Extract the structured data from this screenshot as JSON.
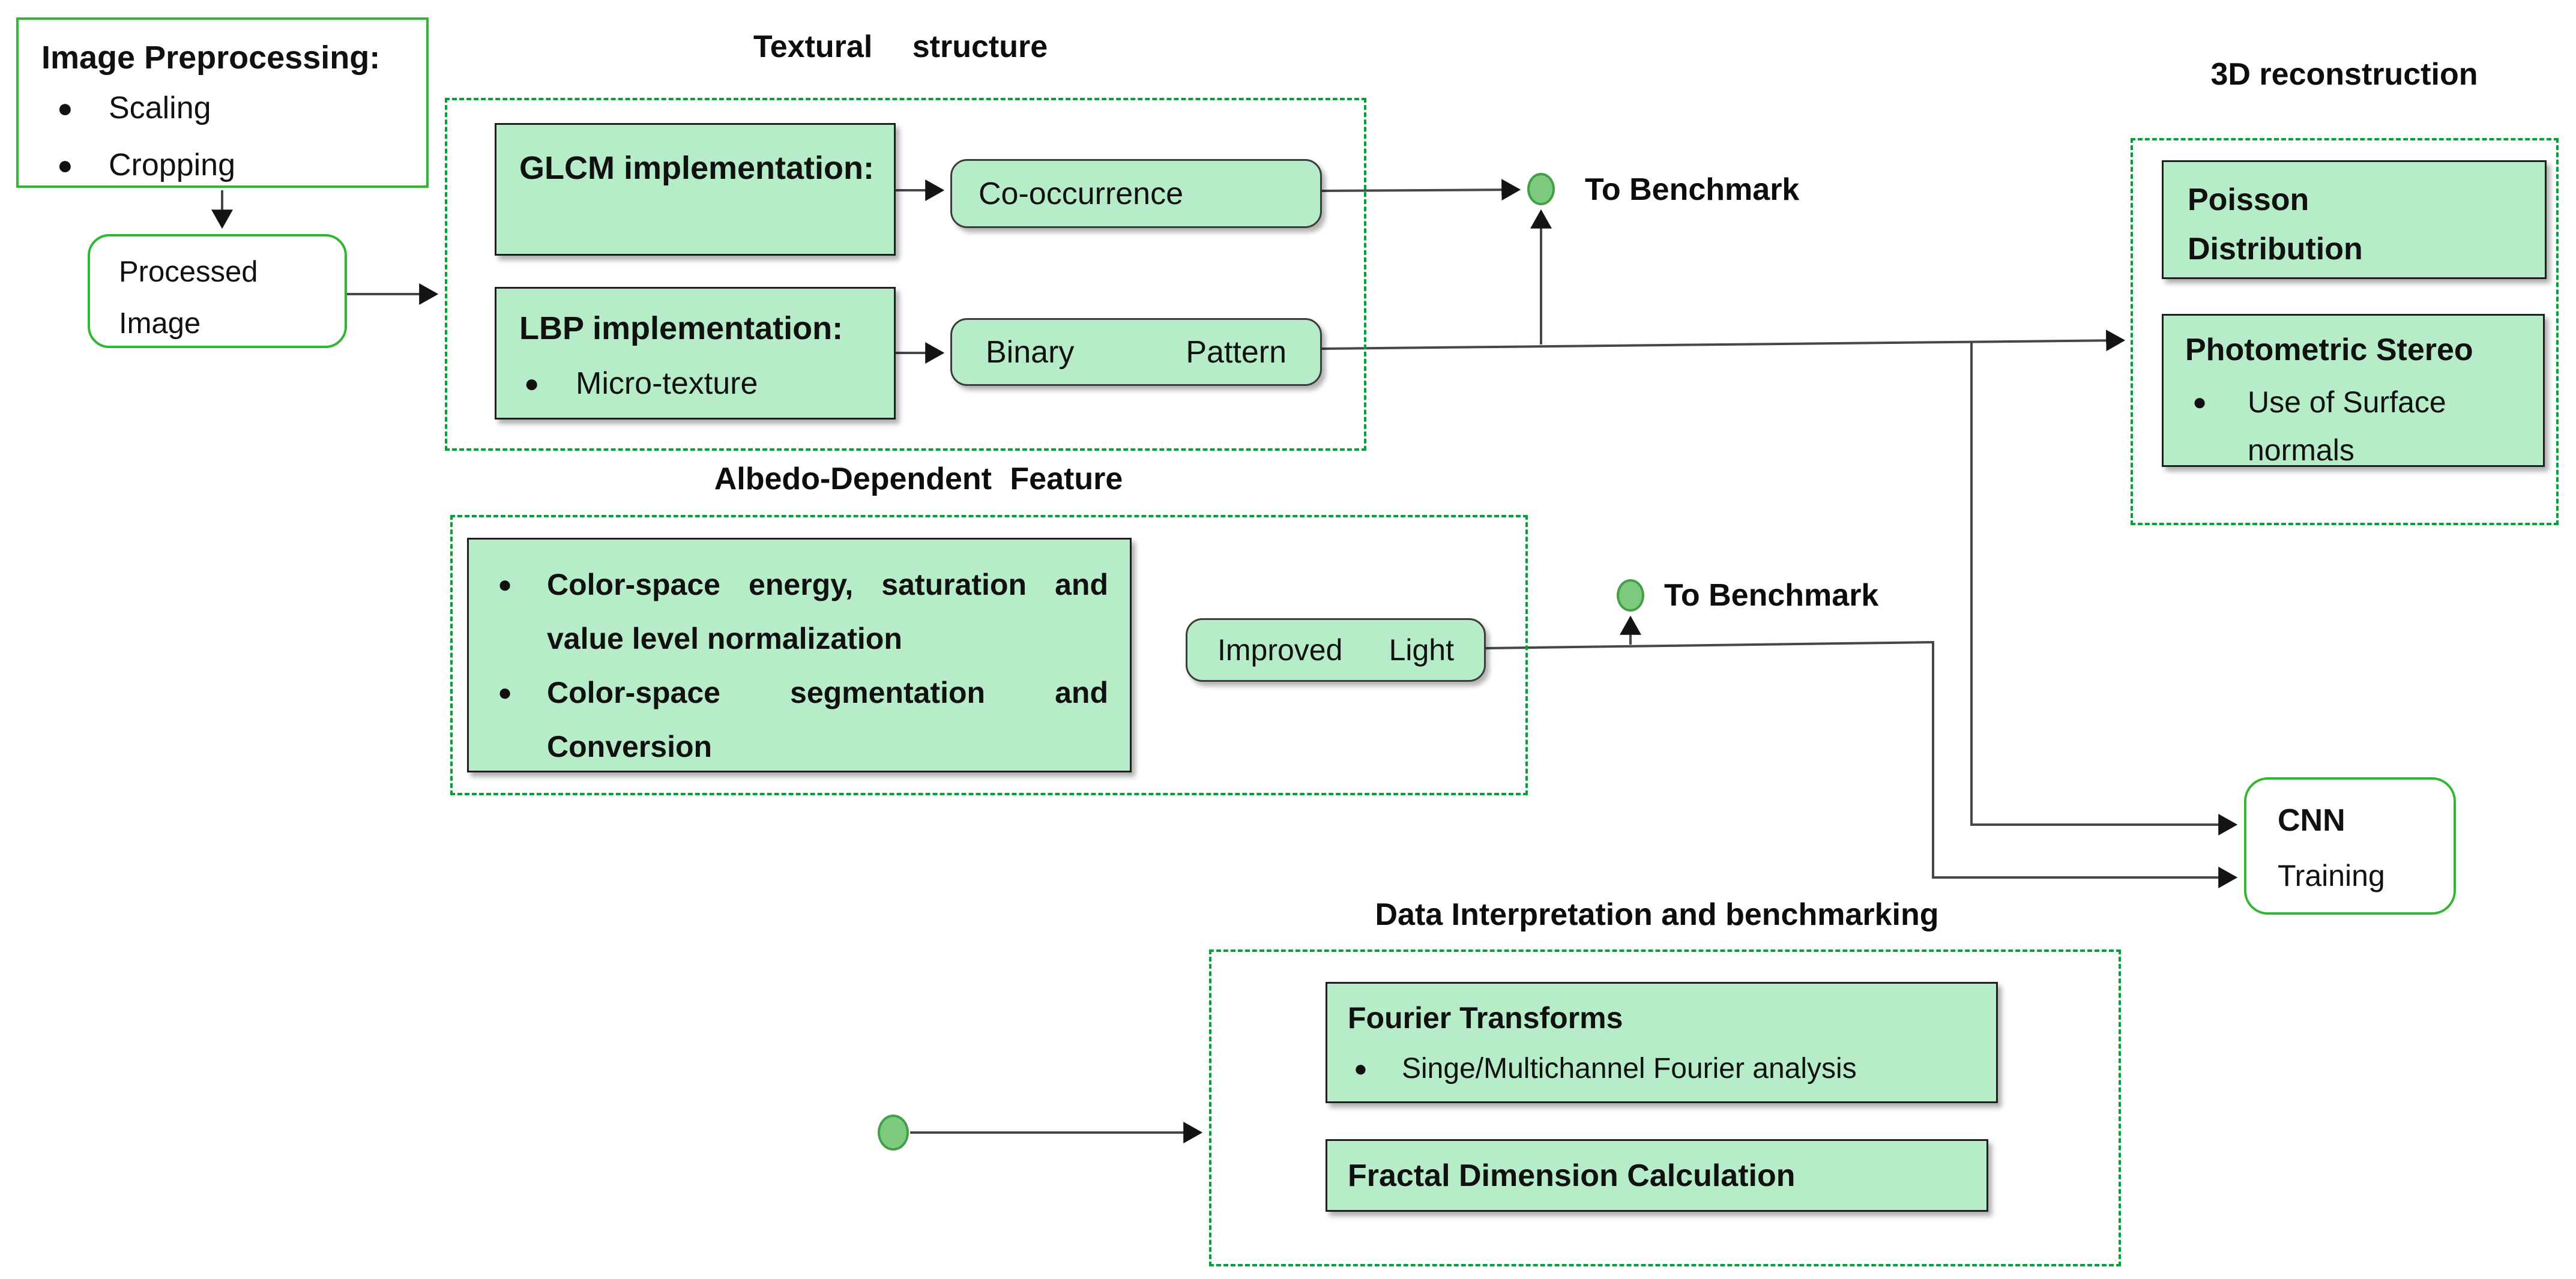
{
  "ui": {
    "bullet": "●"
  },
  "preprocessing": {
    "title": "Image Preprocessing:",
    "items": [
      "Scaling",
      "Cropping"
    ]
  },
  "processed": {
    "label": "Processed Image"
  },
  "textural": {
    "title": "Textural structure",
    "glcm_title": "GLCM implementation:",
    "co_occurrence": "Co-occurrence",
    "lbp_title": "LBP implementation:",
    "lbp_bullet": "Micro-texture",
    "binary_w1": "Binary",
    "binary_w2": "Pattern"
  },
  "benchmark": {
    "label1": "To Benchmark",
    "label2": "To Benchmark"
  },
  "recon": {
    "title": "3D reconstruction",
    "poisson": "Poisson Distribution",
    "photometric_title": "Photometric Stereo",
    "photometric_bullet": "Use of Surface normals"
  },
  "albedo": {
    "title": "Albedo-Dependent Feature",
    "bullet1": "Color-space energy, saturation and value level normalization",
    "bullet2": "Color-space segmentation and Conversion",
    "improved_w1": "Improved",
    "improved_w2": "Light"
  },
  "cnn": {
    "line1": "CNN",
    "line2": "Training"
  },
  "di": {
    "title": "Data Interpretation and benchmarking",
    "fourier_title": "Fourier Transforms",
    "fourier_bullet": "Singe/Multichannel Fourier analysis",
    "fractal": "Fractal Dimension Calculation"
  },
  "colors": {
    "mint": "#b7ecc9",
    "green_border": "#33b733",
    "dashed_green": "#00a33a",
    "dot_fill": "#7ecb80",
    "dot_stroke": "#43a047",
    "line": "#474747"
  }
}
